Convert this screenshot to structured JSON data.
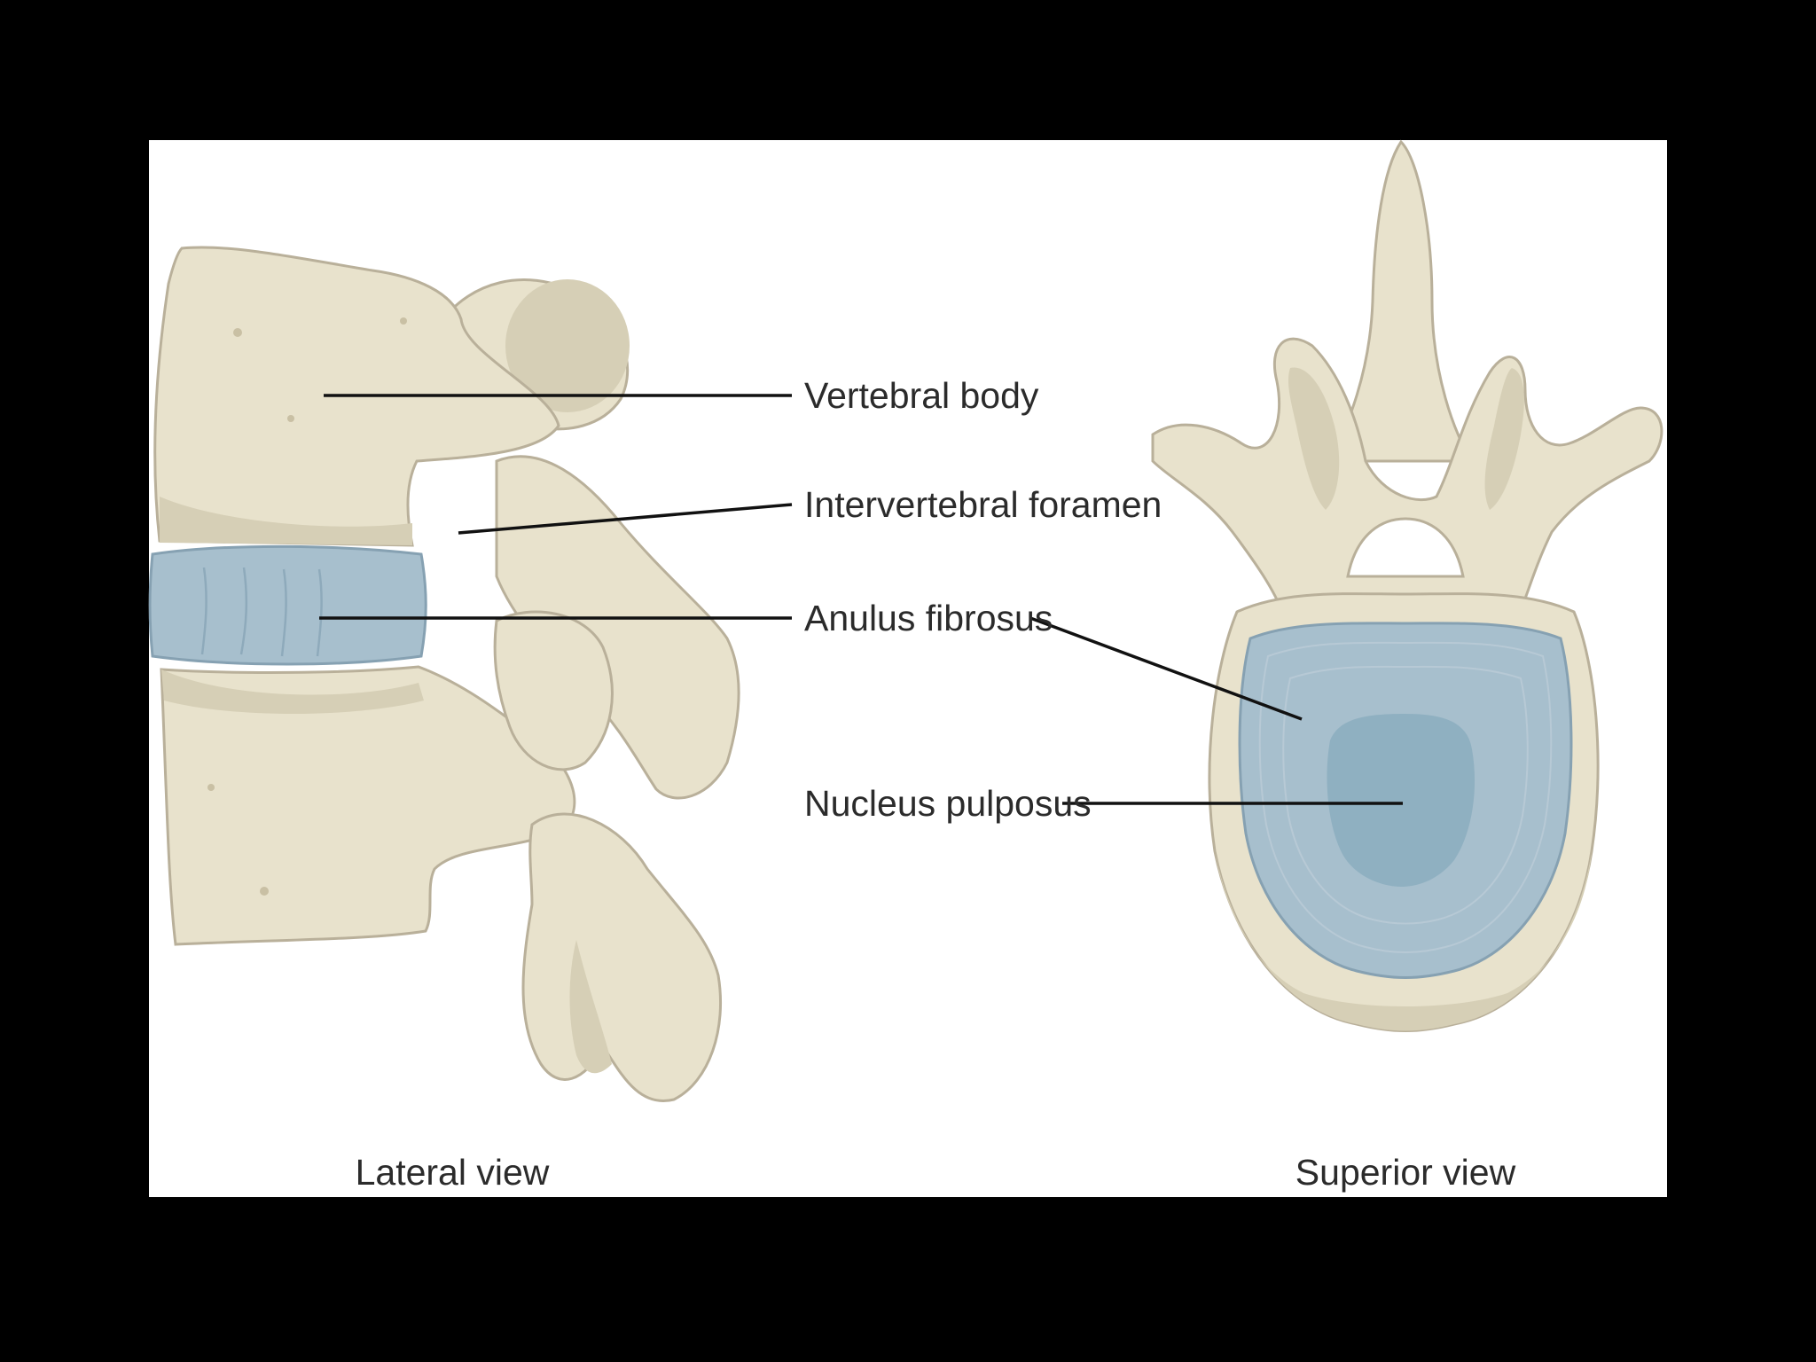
{
  "labels": {
    "vertebral_body": "Vertebral body",
    "intervertebral_foramen": "Intervertebral foramen",
    "anulus_fibrosus": "Anulus fibrosus",
    "nucleus_pulposus": "Nucleus pulposus"
  },
  "captions": {
    "lateral": "Lateral view",
    "superior": "Superior view"
  },
  "colors": {
    "background": "#000000",
    "panel": "#ffffff",
    "bone": "#e8e2cc",
    "disc": "#a7bfcd",
    "nucleus": "#8fb0c1"
  }
}
